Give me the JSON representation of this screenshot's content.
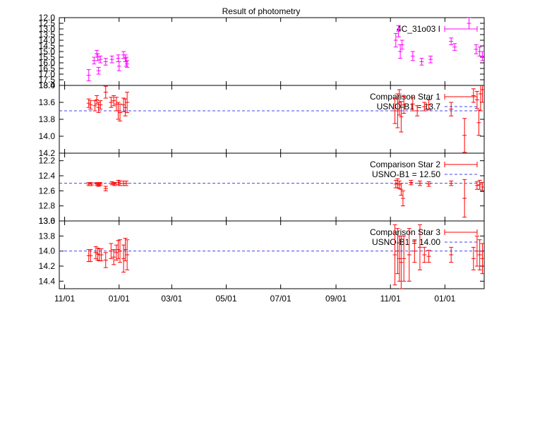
{
  "chart_data": {
    "title": "Result of photometry",
    "type": "scatter",
    "x_axis": {
      "tick_labels": [
        "11/01",
        "01/01",
        "03/01",
        "05/01",
        "07/01",
        "09/01",
        "11/01",
        "01/01"
      ],
      "tick_days": [
        0,
        61,
        120,
        181,
        242,
        304,
        365,
        426
      ],
      "range_days": [
        -6,
        470
      ]
    },
    "colors": {
      "target": "#ff00ff",
      "comparison": "#ff0000",
      "reference_line": "#4444ee",
      "frame": "#000000"
    },
    "panels": [
      {
        "id": "target",
        "ylim": [
          12.0,
          18.0
        ],
        "inverted": true,
        "yticks": [
          "12.0",
          "12.5",
          "13.0",
          "13.5",
          "14.0",
          "14.5",
          "15.0",
          "15.5",
          "16.0",
          "16.5",
          "17.0",
          "17.5",
          "18.0"
        ],
        "ytick_values": [
          12.0,
          12.5,
          13.0,
          13.5,
          14.0,
          14.5,
          15.0,
          15.5,
          16.0,
          16.5,
          17.0,
          17.5,
          18.0
        ],
        "legend": "4C_31o03 I",
        "series": {
          "name": "4C_31o03 I",
          "points": [
            [
              27,
              17.1,
              0.5
            ],
            [
              33,
              15.8,
              0.3
            ],
            [
              36,
              15.2,
              0.3
            ],
            [
              37,
              15.5,
              0.3
            ],
            [
              38,
              16.7,
              0.3
            ],
            [
              40,
              15.7,
              0.3
            ],
            [
              46,
              15.9,
              0.3
            ],
            [
              53,
              15.7,
              0.3
            ],
            [
              60,
              15.6,
              0.3
            ],
            [
              61,
              16.3,
              0.4
            ],
            [
              66,
              15.3,
              0.3
            ],
            [
              68,
              15.6,
              0.3
            ],
            [
              69,
              15.9,
              0.4
            ],
            [
              70,
              16.1,
              0.3
            ],
            [
              371,
              14.0,
              0.6
            ],
            [
              374,
              13.2,
              0.5
            ],
            [
              376,
              15.0,
              0.6
            ],
            [
              378,
              14.4,
              0.4
            ],
            [
              390,
              15.4,
              0.4
            ],
            [
              400,
              15.9,
              0.3
            ],
            [
              410,
              15.7,
              0.3
            ],
            [
              433,
              14.1,
              0.3
            ],
            [
              437,
              14.6,
              0.3
            ],
            [
              453,
              12.5,
              0.5
            ],
            [
              461,
              14.8,
              0.4
            ],
            [
              465,
              15.0,
              0.4
            ],
            [
              468,
              15.4,
              0.4
            ]
          ]
        }
      },
      {
        "id": "comp1",
        "ylim": [
          13.4,
          14.2
        ],
        "inverted": true,
        "yticks": [
          "13.4",
          "13.6",
          "13.8",
          "14.0",
          "14.2"
        ],
        "ytick_values": [
          13.4,
          13.6,
          13.8,
          14.0,
          14.2
        ],
        "legend": "Comparison Star 1",
        "reference": {
          "label": "USNO-B1 = 13.7",
          "value": 13.7
        },
        "series": {
          "name": "Comparison Star 1",
          "points": [
            [
              27,
              13.61,
              0.05
            ],
            [
              29,
              13.63,
              0.05
            ],
            [
              34,
              13.64,
              0.06
            ],
            [
              36,
              13.57,
              0.05
            ],
            [
              38,
              13.66,
              0.06
            ],
            [
              40,
              13.63,
              0.05
            ],
            [
              46,
              13.48,
              0.07
            ],
            [
              52,
              13.6,
              0.06
            ],
            [
              55,
              13.58,
              0.06
            ],
            [
              58,
              13.62,
              0.08
            ],
            [
              60,
              13.7,
              0.1
            ],
            [
              62,
              13.72,
              0.1
            ],
            [
              66,
              13.63,
              0.08
            ],
            [
              68,
              13.66,
              0.1
            ],
            [
              70,
              13.6,
              0.12
            ],
            [
              370,
              13.7,
              0.15
            ],
            [
              373,
              13.7,
              0.2
            ],
            [
              375,
              13.6,
              0.15
            ],
            [
              377,
              13.77,
              0.18
            ],
            [
              380,
              13.63,
              0.1
            ],
            [
              390,
              13.62,
              0.08
            ],
            [
              395,
              13.7,
              0.06
            ],
            [
              403,
              13.65,
              0.05
            ],
            [
              408,
              13.63,
              0.06
            ],
            [
              433,
              13.68,
              0.08
            ],
            [
              448,
              13.99,
              0.2
            ],
            [
              458,
              13.52,
              0.08
            ],
            [
              462,
              13.57,
              0.1
            ],
            [
              464,
              13.84,
              0.15
            ],
            [
              466,
              13.5,
              0.2
            ],
            [
              468,
              13.45,
              0.15
            ]
          ]
        }
      },
      {
        "id": "comp2",
        "ylim": [
          12.1,
          13.0
        ],
        "inverted": true,
        "yticks": [
          "12.2",
          "12.4",
          "12.6",
          "12.8",
          "13.0"
        ],
        "ytick_values": [
          12.2,
          12.4,
          12.6,
          12.8,
          13.0
        ],
        "legend": "Comparison Star 2",
        "reference": {
          "label": "USNO-B1 = 12.50",
          "value": 12.5
        },
        "series": {
          "name": "Comparison Star 2",
          "points": [
            [
              27,
              12.51,
              0.02
            ],
            [
              30,
              12.51,
              0.02
            ],
            [
              36,
              12.51,
              0.02
            ],
            [
              38,
              12.52,
              0.02
            ],
            [
              40,
              12.51,
              0.02
            ],
            [
              46,
              12.57,
              0.03
            ],
            [
              53,
              12.5,
              0.02
            ],
            [
              56,
              12.51,
              0.02
            ],
            [
              60,
              12.49,
              0.03
            ],
            [
              62,
              12.5,
              0.03
            ],
            [
              66,
              12.5,
              0.03
            ],
            [
              69,
              12.5,
              0.03
            ],
            [
              371,
              12.51,
              0.05
            ],
            [
              373,
              12.5,
              0.06
            ],
            [
              375,
              12.52,
              0.05
            ],
            [
              377,
              12.58,
              0.08
            ],
            [
              379,
              12.7,
              0.1
            ],
            [
              388,
              12.49,
              0.03
            ],
            [
              398,
              12.5,
              0.03
            ],
            [
              408,
              12.51,
              0.03
            ],
            [
              433,
              12.5,
              0.03
            ],
            [
              448,
              12.7,
              0.25
            ],
            [
              462,
              12.53,
              0.05
            ],
            [
              465,
              12.52,
              0.06
            ],
            [
              468,
              12.55,
              0.06
            ]
          ]
        }
      },
      {
        "id": "comp3",
        "ylim": [
          13.6,
          14.5
        ],
        "inverted": true,
        "yticks": [
          "13.6",
          "13.8",
          "14.0",
          "14.2",
          "14.4"
        ],
        "ytick_values": [
          13.6,
          13.8,
          14.0,
          14.2,
          14.4
        ],
        "legend": "Comparison Star 3",
        "reference": {
          "label": "USNO-B1 = 14.00",
          "value": 14.0
        },
        "series": {
          "name": "Comparison Star 3",
          "points": [
            [
              27,
              14.06,
              0.08
            ],
            [
              29,
              14.06,
              0.08
            ],
            [
              35,
              14.02,
              0.08
            ],
            [
              37,
              14.04,
              0.08
            ],
            [
              39,
              14.05,
              0.08
            ],
            [
              41,
              14.05,
              0.08
            ],
            [
              46,
              14.12,
              0.1
            ],
            [
              52,
              14.0,
              0.1
            ],
            [
              55,
              14.08,
              0.1
            ],
            [
              58,
              14.02,
              0.1
            ],
            [
              60,
              13.98,
              0.12
            ],
            [
              62,
              14.0,
              0.15
            ],
            [
              66,
              14.1,
              0.18
            ],
            [
              68,
              13.98,
              0.15
            ],
            [
              70,
              14.05,
              0.2
            ],
            [
              370,
              14.05,
              0.4
            ],
            [
              373,
              14.0,
              0.3
            ],
            [
              375,
              14.1,
              0.3
            ],
            [
              377,
              14.15,
              0.35
            ],
            [
              380,
              14.1,
              0.3
            ],
            [
              386,
              14.05,
              0.35
            ],
            [
              392,
              14.0,
              0.15
            ],
            [
              398,
              13.95,
              0.3
            ],
            [
              403,
              14.05,
              0.1
            ],
            [
              408,
              14.07,
              0.08
            ],
            [
              433,
              14.05,
              0.1
            ],
            [
              458,
              14.1,
              0.15
            ],
            [
              462,
              14.0,
              0.2
            ],
            [
              465,
              14.05,
              0.2
            ],
            [
              468,
              14.1,
              0.2
            ]
          ]
        }
      }
    ]
  }
}
